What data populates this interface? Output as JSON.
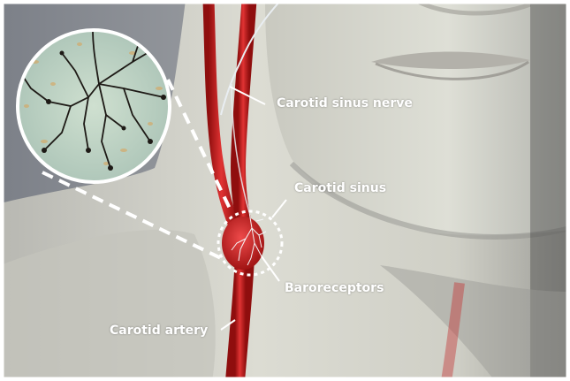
{
  "labels": {
    "sinus_nerve": "Carotid sinus nerve",
    "sinus": "Carotid sinus",
    "baroreceptors": "Baroreceptors",
    "artery": "Carotid artery"
  },
  "colors": {
    "artery": "#d42323",
    "artery_dark": "#9a1010",
    "skin_light": "#d5d5cc",
    "background": "#8b8e93",
    "label_text": "#ffffff",
    "nerve": "#e9eef2",
    "inset_bg": "#bcd3c2"
  }
}
